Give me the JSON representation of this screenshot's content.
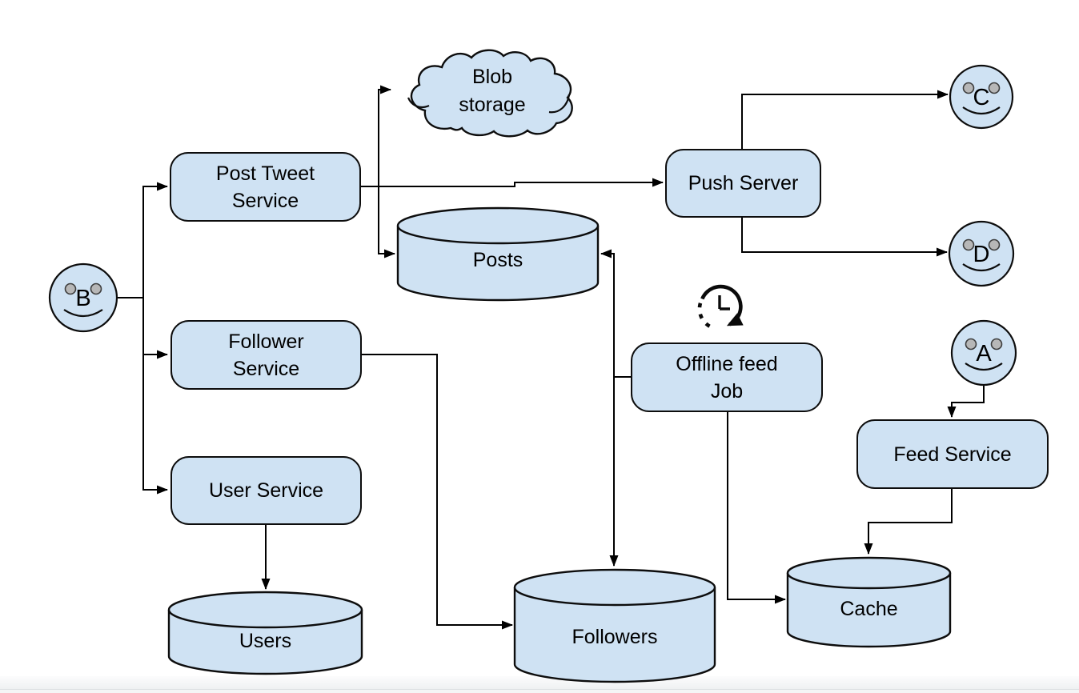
{
  "palette": {
    "node_fill": "#cfe2f3",
    "node_stroke": "#0d0d0d",
    "connector_color": "#000000",
    "eye_fill": "#b7b7b7",
    "background": "#ffffff",
    "footer_strip": "#f0f1f2"
  },
  "diagram": {
    "type": "flowchart",
    "actors": {
      "a": {
        "label": "A"
      },
      "b": {
        "label": "B"
      },
      "c": {
        "label": "C"
      },
      "d": {
        "label": "D"
      }
    },
    "nodes": {
      "blob_storage": {
        "shape": "cloud",
        "label": "Blob storage",
        "lines": [
          "Blob",
          "storage"
        ]
      },
      "post_tweet_service": {
        "shape": "rounded-box",
        "label": "Post Tweet Service",
        "lines": [
          "Post Tweet",
          "Service"
        ]
      },
      "push_server": {
        "shape": "rounded-box",
        "label": "Push Server",
        "lines": [
          "Push Server"
        ]
      },
      "posts": {
        "shape": "database-cylinder",
        "label": "Posts"
      },
      "follower_service": {
        "shape": "rounded-box",
        "label": "Follower Service",
        "lines": [
          "Follower",
          "Service"
        ]
      },
      "user_service": {
        "shape": "rounded-box",
        "label": "User Service",
        "lines": [
          "User Service"
        ]
      },
      "users": {
        "shape": "database-cylinder",
        "label": "Users"
      },
      "followers": {
        "shape": "database-cylinder",
        "label": "Followers"
      },
      "offline_feed_job": {
        "shape": "rounded-box",
        "label": "Offline feed Job",
        "lines": [
          "Offline feed",
          "Job"
        ],
        "icon": "scheduled-clock-icon"
      },
      "feed_service": {
        "shape": "rounded-box",
        "label": "Feed Service",
        "lines": [
          "Feed Service"
        ]
      },
      "cache": {
        "shape": "database-cylinder",
        "label": "Cache"
      }
    },
    "edges": [
      {
        "from": "actor_b",
        "to": "post_tweet_service"
      },
      {
        "from": "actor_b",
        "to": "follower_service"
      },
      {
        "from": "actor_b",
        "to": "user_service"
      },
      {
        "from": "post_tweet_service",
        "to": "blob_storage"
      },
      {
        "from": "post_tweet_service",
        "to": "posts"
      },
      {
        "from": "post_tweet_service",
        "to": "push_server"
      },
      {
        "from": "push_server",
        "to": "actor_c"
      },
      {
        "from": "push_server",
        "to": "actor_d"
      },
      {
        "from": "offline_feed_job",
        "to": "posts"
      },
      {
        "from": "offline_feed_job",
        "to": "followers"
      },
      {
        "from": "offline_feed_job",
        "to": "cache"
      },
      {
        "from": "follower_service",
        "to": "followers"
      },
      {
        "from": "user_service",
        "to": "users"
      },
      {
        "from": "actor_a",
        "to": "feed_service"
      },
      {
        "from": "feed_service",
        "to": "cache"
      }
    ]
  }
}
